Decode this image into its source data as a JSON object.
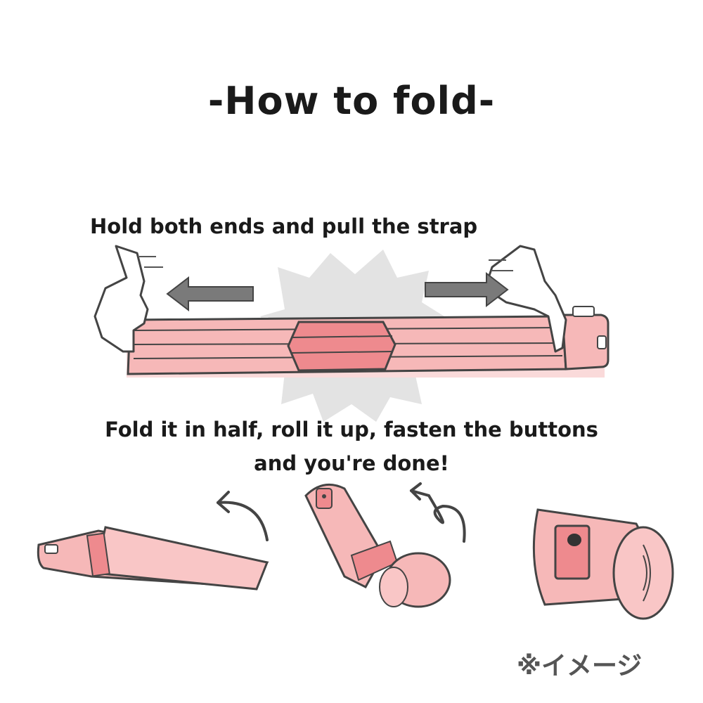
{
  "title": "-How to fold-",
  "steps": [
    "Hold both ends and pull the strap",
    "Fold it in half, roll it up, fasten the buttons",
    "and you're done!"
  ],
  "note": "※イメージ",
  "colors": {
    "bag_pink": "#f5b3b3",
    "strap_pink": "#ee8a8e",
    "arrow_gray": "#7a7a7a",
    "burst_gray": "#e0e0e0",
    "line": "#444444"
  },
  "icons": [
    "left-arrow-icon",
    "right-arrow-icon",
    "curved-arrow-icon",
    "hand-icon"
  ]
}
